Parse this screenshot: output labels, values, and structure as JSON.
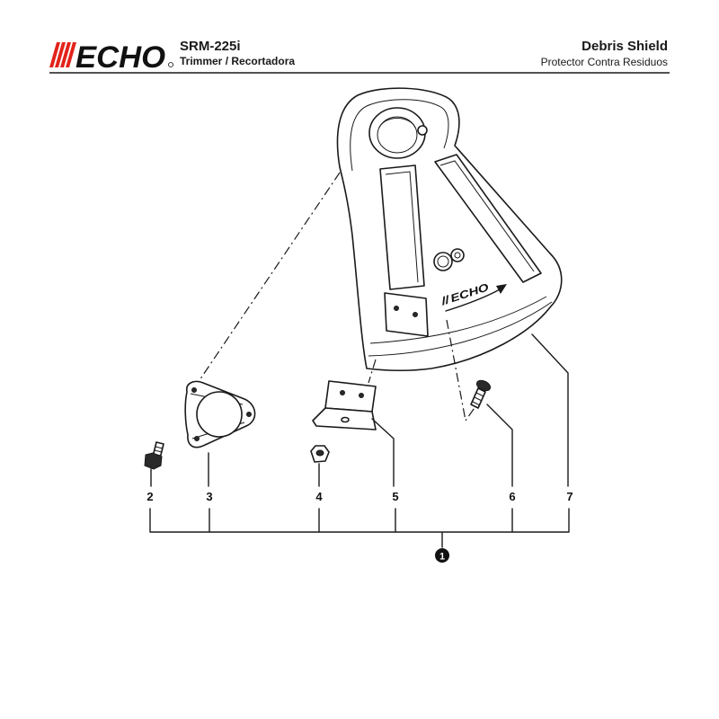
{
  "header": {
    "logo_text": "ECHO",
    "model": "SRM-225i",
    "product": "Trimmer / Recortadora",
    "title": "Debris Shield",
    "title_es": "Protector Contra Residuos"
  },
  "shield_logo_text": "ECHO",
  "callouts": [
    "2",
    "3",
    "4",
    "5",
    "6",
    "7"
  ],
  "assembly_callout": "1",
  "colors": {
    "line": "#1a1a1a",
    "logo_accent": "#e2231a",
    "background": "#ffffff"
  },
  "icons": [
    "echo-logo",
    "shield-emblem-icon",
    "rotation-arrow-icon"
  ]
}
